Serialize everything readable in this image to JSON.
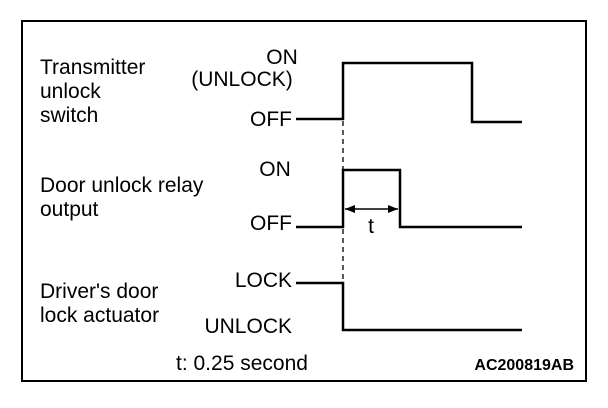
{
  "signals": [
    {
      "name_lines": [
        "Transmitter",
        "unlock",
        "switch"
      ],
      "high_label_lines": [
        "ON",
        "(UNLOCK)"
      ],
      "low_label": "OFF"
    },
    {
      "name_lines": [
        "Door unlock relay",
        "output"
      ],
      "high_label_lines": [
        "ON"
      ],
      "low_label": "OFF"
    },
    {
      "name_lines": [
        "Driver's door",
        "lock actuator"
      ],
      "high_label_lines": [
        "LOCK"
      ],
      "low_label": "UNLOCK"
    }
  ],
  "interval_label": "t",
  "footnote": "t: 0.25 second",
  "figure_code": "AC200819AB"
}
